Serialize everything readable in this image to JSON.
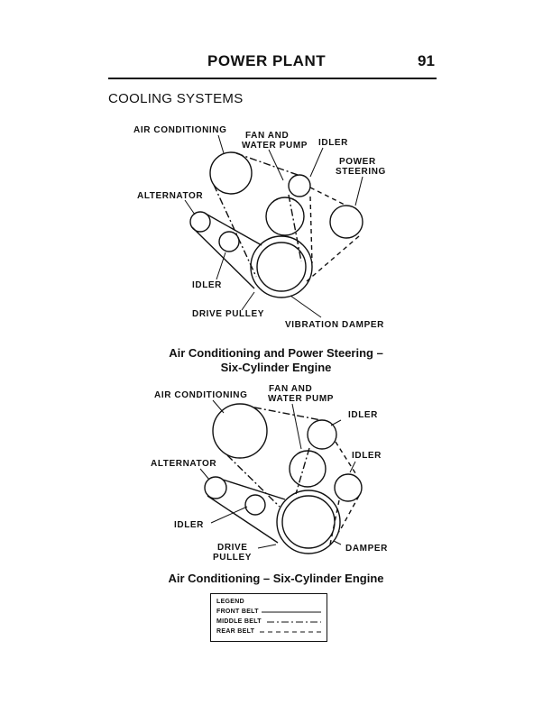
{
  "header": {
    "title": "POWER PLANT",
    "page_number": "91"
  },
  "section_title": "COOLING SYSTEMS",
  "diagram1": {
    "labels": {
      "air_conditioning": "AIR CONDITIONING",
      "fan_water_pump_1": "FAN AND",
      "fan_water_pump_2": "WATER PUMP",
      "idler_top": "IDLER",
      "power_steering_1": "POWER",
      "power_steering_2": "STEERING",
      "alternator": "ALTERNATOR",
      "idler_bottom": "IDLER",
      "drive_pulley": "DRIVE PULLEY",
      "vibration_damper": "VIBRATION DAMPER"
    },
    "caption_line1": "Air Conditioning and Power Steering –",
    "caption_line2": "Six-Cylinder Engine"
  },
  "diagram2": {
    "labels": {
      "air_conditioning": "AIR CONDITIONING",
      "fan_water_pump_1": "FAN AND",
      "fan_water_pump_2": "WATER PUMP",
      "idler_top": "IDLER",
      "idler_right": "IDLER",
      "alternator": "ALTERNATOR",
      "idler_left": "IDLER",
      "drive_pulley_1": "DRIVE",
      "drive_pulley_2": "PULLEY",
      "damper": "DAMPER"
    },
    "caption": "Air Conditioning – Six-Cylinder Engine"
  },
  "legend": {
    "title": "LEGEND",
    "front_belt": "FRONT BELT",
    "middle_belt": "MIDDLE BELT",
    "rear_belt": "REAR BELT"
  }
}
